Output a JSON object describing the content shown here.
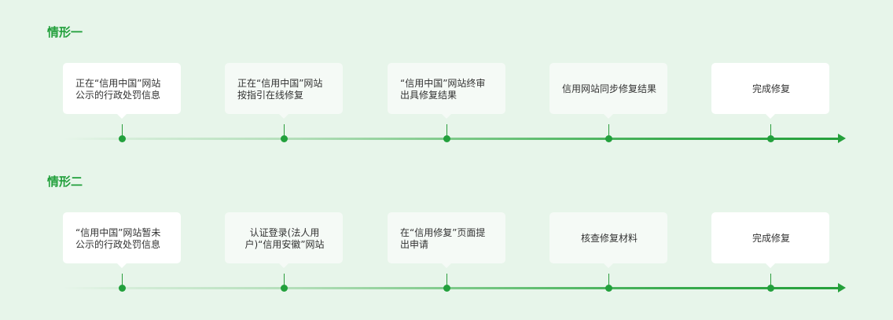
{
  "colors": {
    "background": "#e7f5ea",
    "accent": "#22a03c",
    "card_white": "#ffffff",
    "card_tint": "#f5faf6",
    "text": "#333333"
  },
  "scenarios": [
    {
      "title": "情形一",
      "steps": [
        {
          "label": "正在“信用中国”网站公示的行政处罚信息"
        },
        {
          "label": "正在“信用中国”网站按指引在线修复"
        },
        {
          "label": "“信用中国”网站终审出具修复结果"
        },
        {
          "label": "信用网站同步修复结果"
        },
        {
          "label": "完成修复"
        }
      ]
    },
    {
      "title": "情形二",
      "steps": [
        {
          "label": "“信用中国”网站暂未公示的行政处罚信息"
        },
        {
          "label": "认证登录(法人用户)“信用安徽”网站"
        },
        {
          "label": "在“信用修复”页面提出申请"
        },
        {
          "label": "核查修复材料"
        },
        {
          "label": "完成修复"
        }
      ]
    }
  ]
}
